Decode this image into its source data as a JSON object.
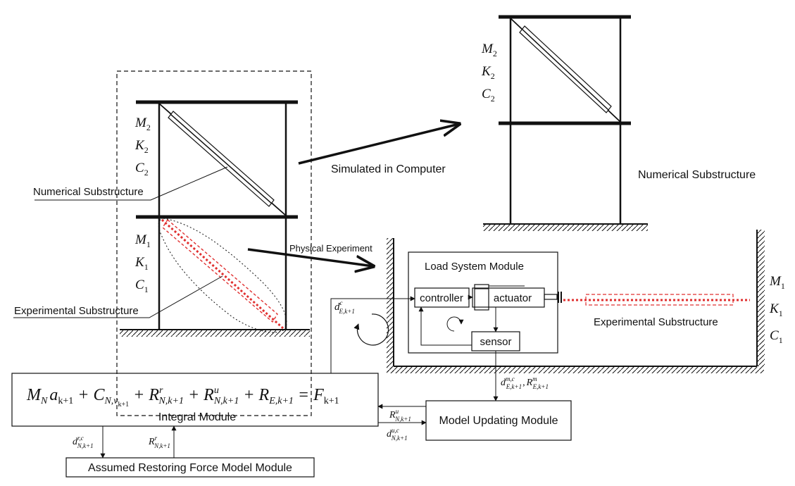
{
  "labels": {
    "simulated_in_computer": "Simulated in Computer",
    "physical_experiment": "Physical Experiment",
    "numerical_substructure": "Numerical Substructure",
    "numerical_substructure_title": "Numerical Substructure",
    "experimental_substructure": "Experimental Substructure",
    "experimental_substructure_right": "Experimental Substructure",
    "load_system_module": "Load System Module",
    "controller": "controller",
    "actuator": "actuator",
    "sensor": "sensor",
    "integral_module": "Integral Module",
    "model_updating_module": "Model Updating Module",
    "assumed_restoring_force_module": "Assumed Restoring Force Model Module"
  },
  "symbols": {
    "mass": "M",
    "stiffness": "K",
    "damping": "C",
    "storey_top": "2",
    "storey_bottom": "1",
    "disp": "d",
    "force": "R"
  },
  "equation": {
    "t1": "M",
    "t1_sub": "N",
    "t1b": "a",
    "t1b_sub": "k+1",
    "t2": "+ C",
    "t2_sub": "N,v",
    "t2_subsub": "k+1",
    "t3": "+ R",
    "t3_sup": "r",
    "t3_sub": "N,k+1",
    "t4": "+ R",
    "t4_sup": "u",
    "t4_sub": "N,k+1",
    "t5": "+ R",
    "t5_sub": "E,k+1",
    "t6": "= F",
    "t6_sub": "k+1"
  },
  "signals": {
    "d_c_sup": "c",
    "d_c_sub": "E,k+1",
    "d_mc_sup": "m,c",
    "d_mc_sub": "E,k+1",
    "sep": ",",
    "r_m_sup": "m",
    "r_m_sub": "E,k+1",
    "r_u_sup": "u",
    "r_u_sub": "N,k+1",
    "d_uc_sup": "u,c",
    "d_uc_sub": "N,k+1",
    "d_rc_sup": "r,c",
    "d_rc_sub": "N,k+1",
    "r_r_sup": "r",
    "r_r_sub": "N,k+1"
  }
}
